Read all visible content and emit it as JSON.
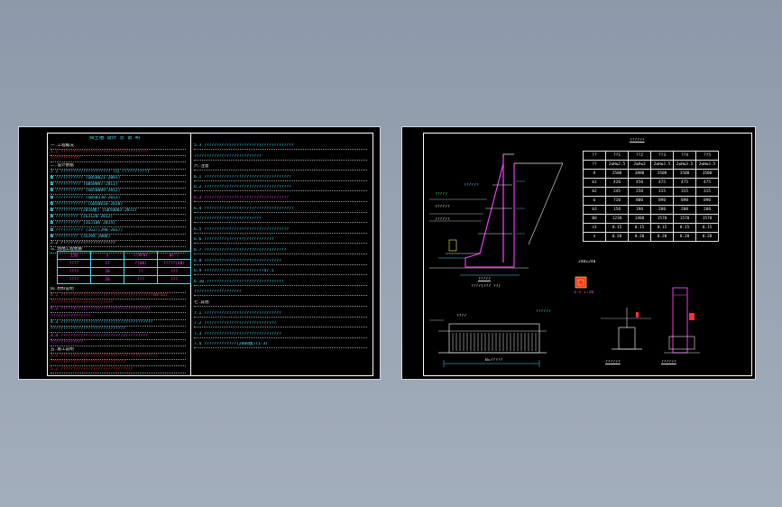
{
  "left_sheet": {
    "title": "挡土墙 设计 总 说 明",
    "col1_lines": [
      {
        "t": "一.工程概况",
        "c": "w"
      },
      {
        "t": "1.1 ???????????????????????????????????",
        "c": "r"
      },
      {
        "t": "    ????????????",
        "c": "r"
      },
      {
        "t": "二.设计依据",
        "c": "w"
      },
      {
        "t": "2.1 ????????????????????  (以 ??????????)",
        "c": "c"
      },
      {
        "t": "  ◘ ???????????    (GB50021-2001)",
        "c": "c"
      },
      {
        "t": "  ◘ ??????????     (GB50007-2011)",
        "c": "c"
      },
      {
        "t": "  ◘ ???????????    (GB50009-2012)",
        "c": "c"
      },
      {
        "t": "  ◘ ???????????    (GB50330-2013)",
        "c": "c"
      },
      {
        "t": "  ◘ ????????????   (GB50010-2010)",
        "c": "c"
      },
      {
        "t": "  ◘ ??????????(2016版) (GB50003-2011)",
        "c": "c"
      },
      {
        "t": "  ◘ ?????????      (JGJ120-2012)",
        "c": "c"
      },
      {
        "t": "  ◘ ??????????     (JGJ106-2014)",
        "c": "c"
      },
      {
        "t": "  ◘ ???????????    (JGJ/T398-2017)",
        "c": "c"
      },
      {
        "t": "  ◘ ?????????      (JGJ94-2008)",
        "c": "c"
      },
      {
        "t": "2.2 ??????????????????????",
        "c": "w"
      },
      {
        "t": "三.场地工程地质",
        "c": "w"
      }
    ],
    "col1_lines_b": [
      {
        "t": "四.材料说明",
        "c": "w"
      },
      {
        "t": "4.1 ????????????????????????????????????(kN/m3)",
        "c": "r"
      },
      {
        "t": "    ?????????????????????????",
        "c": "r"
      },
      {
        "t": "4.2 ????????????????????????????????????",
        "c": "m"
      },
      {
        "t": "    ????????????????",
        "c": "m"
      },
      {
        "t": "4.3 ?????????????????????????????????????",
        "c": "c"
      },
      {
        "t": "    ??????????????????????????????",
        "c": "c"
      },
      {
        "t": "4.4 ???????????????????????????????????",
        "c": "m"
      },
      {
        "t": "    ?????????????",
        "c": "m"
      },
      {
        "t": "五.施工说明",
        "c": "w"
      },
      {
        "t": "5.1 ????(??)???????????????????????????????",
        "c": "r"
      },
      {
        "t": "    ??????????????????????????????",
        "c": "r"
      },
      {
        "t": "5.2 ?????????????????????????????",
        "c": "r"
      }
    ],
    "col2_lines": [
      {
        "t": "5.3 ????????????????????????????????????",
        "c": "c"
      },
      {
        "t": "    ???????????????????????????",
        "c": "c"
      },
      {
        "t": "六.注意",
        "c": "w"
      },
      {
        "t": "6.1 ???????????????????????????????????",
        "c": "c"
      },
      {
        "t": "6.2 ???????????????????????????????????",
        "c": "c"
      },
      {
        "t": "6.3 ??????????????????????????????????",
        "c": "m"
      },
      {
        "t": "6.4 ????????????????????????????????????",
        "c": "c"
      },
      {
        "t": "    ???????????????????????????",
        "c": "c"
      },
      {
        "t": "6.5 ??????????????????????????????????",
        "c": "c"
      },
      {
        "t": "6.6 ?????????(??????)???????????",
        "c": "c"
      },
      {
        "t": "6.7 ??????????????????????(???)??????",
        "c": "c"
      },
      {
        "t": "6.8 ???????????????????????????????",
        "c": "c"
      },
      {
        "t": "6.9 ????????????????????????47.5",
        "c": "c"
      },
      {
        "t": "6.10 ???????????????????????????????",
        "c": "c"
      },
      {
        "t": "    ???????????????????",
        "c": "c"
      },
      {
        "t": "七.其他",
        "c": "w"
      },
      {
        "t": "7.1 ???????????????????????????????",
        "c": "c"
      },
      {
        "t": "7.2 ?????????????????????????????",
        "c": "c"
      },
      {
        "t": "7.3 ???????????????????????????????",
        "c": "c"
      },
      {
        "t": "7.4 ?????????????(2008版)(1-3)",
        "c": "c"
      }
    ],
    "soil_table_headers": [
      "土层",
      "γ",
      "c(kPa)",
      "φ(°)"
    ],
    "soil_table_rows": [
      [
        "????",
        "17",
        "?(kN)",
        "?????(kN)"
      ],
      [
        "????",
        "20",
        "??",
        "???"
      ],
      [
        "????",
        "20",
        "???",
        "???"
      ]
    ]
  },
  "right_sheet": {
    "table_title": "??????",
    "table_col_headers": [
      "??",
      "??1",
      "??2",
      "??3",
      "??4",
      "??5"
    ],
    "table_rows": [
      [
        "??",
        "2≤H≤2.5",
        "2≤H≤3",
        "2≤H≤3.5",
        "2≤H≤3.5",
        "2≤H≤3.5"
      ],
      [
        "H",
        "2500",
        "3000",
        "3500",
        "3500",
        "3500"
      ],
      [
        "b1",
        "420",
        "450",
        "475",
        "475",
        "475"
      ],
      [
        "b2",
        "245",
        "250",
        "315",
        "315",
        "315"
      ],
      [
        "b",
        "710",
        "800",
        "890",
        "890",
        "890"
      ],
      [
        "b3",
        "150",
        "190",
        "200",
        "200",
        "200"
      ],
      [
        "Bd",
        "1230",
        "1400",
        "1570",
        "1570",
        "1570"
      ],
      [
        "n1",
        "0.15",
        "0.15",
        "0.15",
        "0.15",
        "0.15"
      ],
      [
        "n",
        "0.20",
        "0.20",
        "0.20",
        "0.20",
        "0.20"
      ]
    ],
    "section_label": "1—1 1:20",
    "section_note": "240x240",
    "wall_caption": "?????",
    "wall_caption_sub": "????(??? ??)",
    "elev_caption": "????",
    "detail_caption_1": "??????",
    "detail_caption_2": "??????",
    "dim_bottom": "B=?????",
    "callouts": [
      "??????",
      "?????",
      "??????",
      "??????",
      "??????"
    ],
    "colors": {
      "wall": "#ff40ff",
      "dim": "#40e0ff",
      "note": "#40ff60",
      "hatch": "#ff3030",
      "accent": "#ffff40"
    }
  }
}
